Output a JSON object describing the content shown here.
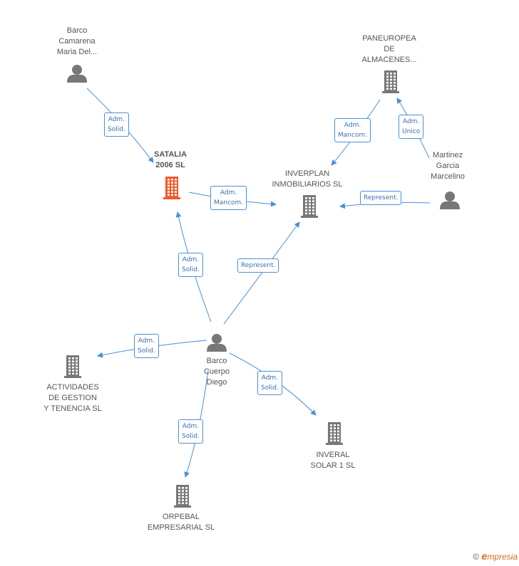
{
  "colors": {
    "edge": "#4a90d9",
    "icon_gray": "#777777",
    "icon_highlight": "#f05a28",
    "label_border": "#4a90d9"
  },
  "nodes": {
    "barco_camarena": {
      "label": "Barco\nCamarena\nMaria Del...",
      "icon": "person-icon"
    },
    "paneuropea": {
      "label": "PANEUROPEA\nDE\nALMACENES...",
      "icon": "building-icon"
    },
    "satalia": {
      "label": "SATALIA\n2006 SL",
      "icon": "building-icon"
    },
    "inverplan": {
      "label": "INVERPLAN\nINMOBILIARIOS SL",
      "icon": "building-icon"
    },
    "martinez": {
      "label": "Martinez\nGarcia\nMarcelino",
      "icon": "person-icon"
    },
    "barco_cuerpo": {
      "label": "Barco\nCuerpo\nDiego",
      "icon": "person-icon"
    },
    "actividades": {
      "label": "ACTIVIDADES\nDE GESTION\nY TENENCIA SL",
      "icon": "building-icon"
    },
    "inveral": {
      "label": "INVERAL\nSOLAR 1 SL",
      "icon": "building-icon"
    },
    "orpebal": {
      "label": "ORPEBAL\nEMPRESARIAL SL",
      "icon": "building-icon"
    }
  },
  "edges": {
    "camarena_satalia": "Adm.\nSolid.",
    "satalia_inverplan": "Adm.\nMancom.",
    "paneuropea_inverplan": "Adm.\nMancom.",
    "martinez_paneuropea": "Adm.\nUnico",
    "martinez_inverplan": "Represent.",
    "cuerpo_satalia": "Adm.\nSolid.",
    "cuerpo_inverplan": "Represent.",
    "cuerpo_actividades": "Adm.\nSolid.",
    "cuerpo_inveral": "Adm.\nSolid.",
    "cuerpo_orpebal": "Adm.\nSolid."
  },
  "footer": {
    "copyright": "©",
    "brand_initial": "e",
    "brand_rest": "mpresia"
  }
}
